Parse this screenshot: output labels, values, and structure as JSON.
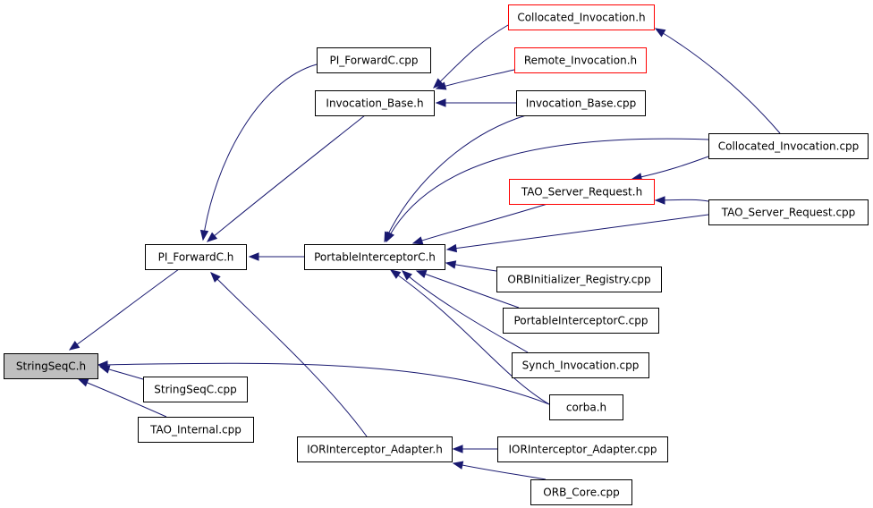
{
  "diagram": {
    "title": "",
    "colors": {
      "edge": "#191970",
      "root_fill": "#bfbfbf",
      "red_border": "#ff0000",
      "box_border": "#000000"
    },
    "nodes": [
      {
        "id": "stringseqc_h",
        "label": "StringSeqC.h",
        "style": "root"
      },
      {
        "id": "pi_forwardc_h",
        "label": "PI_ForwardC.h",
        "style": "normal"
      },
      {
        "id": "stringseqc_cpp",
        "label": "StringSeqC.cpp",
        "style": "normal"
      },
      {
        "id": "tao_internal_cpp",
        "label": "TAO_Internal.cpp",
        "style": "normal"
      },
      {
        "id": "corba_h",
        "label": "corba.h",
        "style": "normal"
      },
      {
        "id": "pi_forwardc_cpp",
        "label": "PI_ForwardC.cpp",
        "style": "normal"
      },
      {
        "id": "invocation_base_h",
        "label": "Invocation_Base.h",
        "style": "normal"
      },
      {
        "id": "portableinterceptorc_h",
        "label": "PortableInterceptorC.h",
        "style": "normal"
      },
      {
        "id": "iorinterceptor_adapter_h",
        "label": "IORInterceptor_Adapter.h",
        "style": "normal"
      },
      {
        "id": "collocated_invocation_h",
        "label": "Collocated_Invocation.h",
        "style": "red"
      },
      {
        "id": "remote_invocation_h",
        "label": "Remote_Invocation.h",
        "style": "red"
      },
      {
        "id": "invocation_base_cpp",
        "label": "Invocation_Base.cpp",
        "style": "normal"
      },
      {
        "id": "collocated_invocation_cpp",
        "label": "Collocated_Invocation.cpp",
        "style": "normal"
      },
      {
        "id": "tao_server_request_h",
        "label": "TAO_Server_Request.h",
        "style": "red"
      },
      {
        "id": "tao_server_request_cpp",
        "label": "TAO_Server_Request.cpp",
        "style": "normal"
      },
      {
        "id": "orbinitializer_registry_cpp",
        "label": "ORBInitializer_Registry.cpp",
        "style": "normal"
      },
      {
        "id": "portableinterceptorc_cpp",
        "label": "PortableInterceptorC.cpp",
        "style": "normal"
      },
      {
        "id": "synch_invocation_cpp",
        "label": "Synch_Invocation.cpp",
        "style": "normal"
      },
      {
        "id": "iorinterceptor_adapter_cpp",
        "label": "IORInterceptor_Adapter.cpp",
        "style": "normal"
      },
      {
        "id": "orb_core_cpp",
        "label": "ORB_Core.cpp",
        "style": "normal"
      }
    ],
    "edges": [
      {
        "from": "pi_forwardc_h",
        "to": "stringseqc_h"
      },
      {
        "from": "stringseqc_cpp",
        "to": "stringseqc_h"
      },
      {
        "from": "tao_internal_cpp",
        "to": "stringseqc_h"
      },
      {
        "from": "corba_h",
        "to": "stringseqc_h"
      },
      {
        "from": "pi_forwardc_cpp",
        "to": "pi_forwardc_h"
      },
      {
        "from": "invocation_base_h",
        "to": "pi_forwardc_h"
      },
      {
        "from": "portableinterceptorc_h",
        "to": "pi_forwardc_h"
      },
      {
        "from": "iorinterceptor_adapter_h",
        "to": "pi_forwardc_h"
      },
      {
        "from": "collocated_invocation_h",
        "to": "invocation_base_h"
      },
      {
        "from": "remote_invocation_h",
        "to": "invocation_base_h"
      },
      {
        "from": "invocation_base_cpp",
        "to": "invocation_base_h"
      },
      {
        "from": "collocated_invocation_cpp",
        "to": "collocated_invocation_h"
      },
      {
        "from": "collocated_invocation_cpp",
        "to": "tao_server_request_h"
      },
      {
        "from": "tao_server_request_cpp",
        "to": "tao_server_request_h"
      },
      {
        "from": "invocation_base_cpp",
        "to": "portableinterceptorc_h"
      },
      {
        "from": "collocated_invocation_cpp",
        "to": "portableinterceptorc_h"
      },
      {
        "from": "tao_server_request_h",
        "to": "portableinterceptorc_h"
      },
      {
        "from": "tao_server_request_cpp",
        "to": "portableinterceptorc_h"
      },
      {
        "from": "orbinitializer_registry_cpp",
        "to": "portableinterceptorc_h"
      },
      {
        "from": "portableinterceptorc_cpp",
        "to": "portableinterceptorc_h"
      },
      {
        "from": "synch_invocation_cpp",
        "to": "portableinterceptorc_h"
      },
      {
        "from": "corba_h",
        "to": "portableinterceptorc_h"
      },
      {
        "from": "iorinterceptor_adapter_cpp",
        "to": "iorinterceptor_adapter_h"
      },
      {
        "from": "orb_core_cpp",
        "to": "iorinterceptor_adapter_h"
      }
    ]
  }
}
